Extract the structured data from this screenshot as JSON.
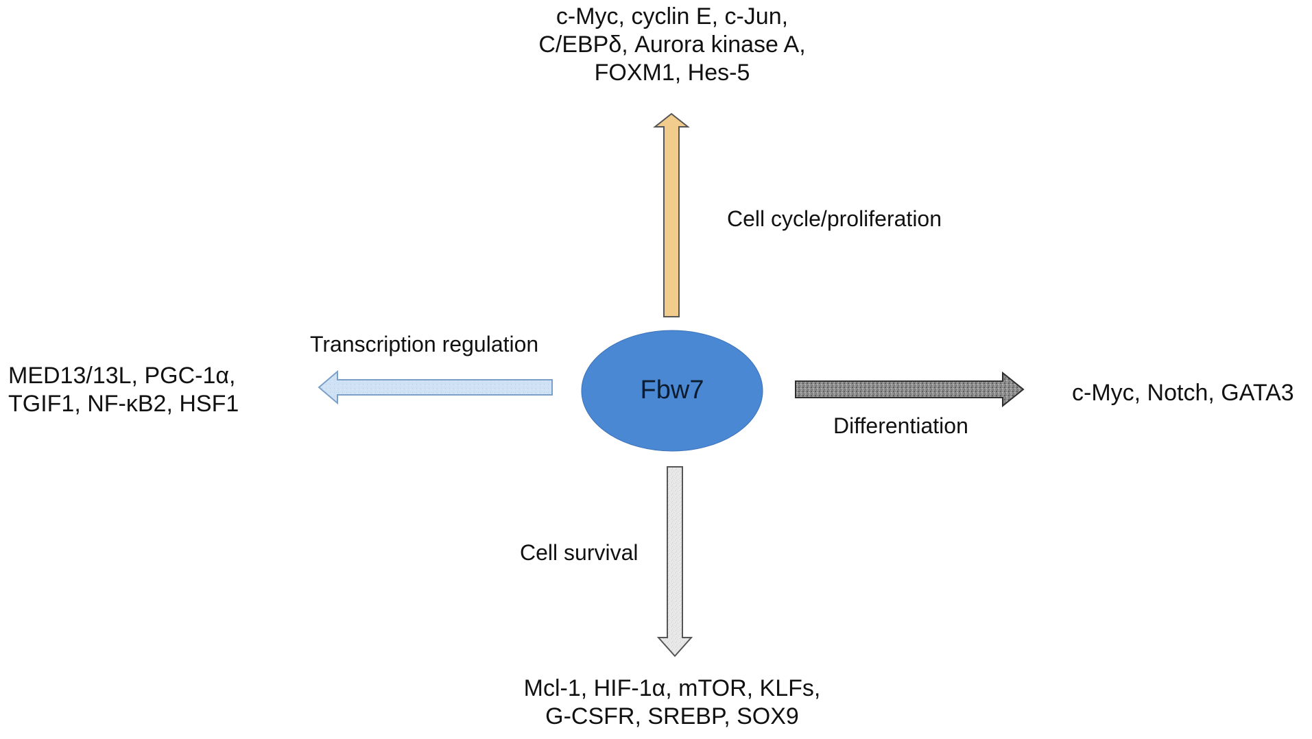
{
  "center": {
    "label": "Fbw7",
    "fill": "#4a88d4"
  },
  "branches": {
    "up": {
      "pathway": "Cell cycle/proliferation",
      "targets": [
        "c-Myc, cyclin E, c-Jun,",
        "C/EBPδ, Aurora kinase A,",
        "FOXM1, Hes-5"
      ],
      "arrow_fill": "#f2cc8c"
    },
    "left": {
      "pathway": "Transcription regulation",
      "targets": [
        "MED13/13L, PGC-1α,",
        "TGIF1, NF-κB2, HSF1"
      ],
      "arrow_fill": "#cfe1f5"
    },
    "right": {
      "pathway": "Differentiation",
      "targets": [
        "c-Myc, Notch, GATA3"
      ],
      "arrow_fill": "#8c8c8c"
    },
    "down": {
      "pathway": "Cell survival",
      "targets": [
        "Mcl-1, HIF-1α, mTOR, KLFs,",
        "G-CSFR, SREBP, SOX9"
      ],
      "arrow_fill": "#e6e6e6"
    }
  }
}
